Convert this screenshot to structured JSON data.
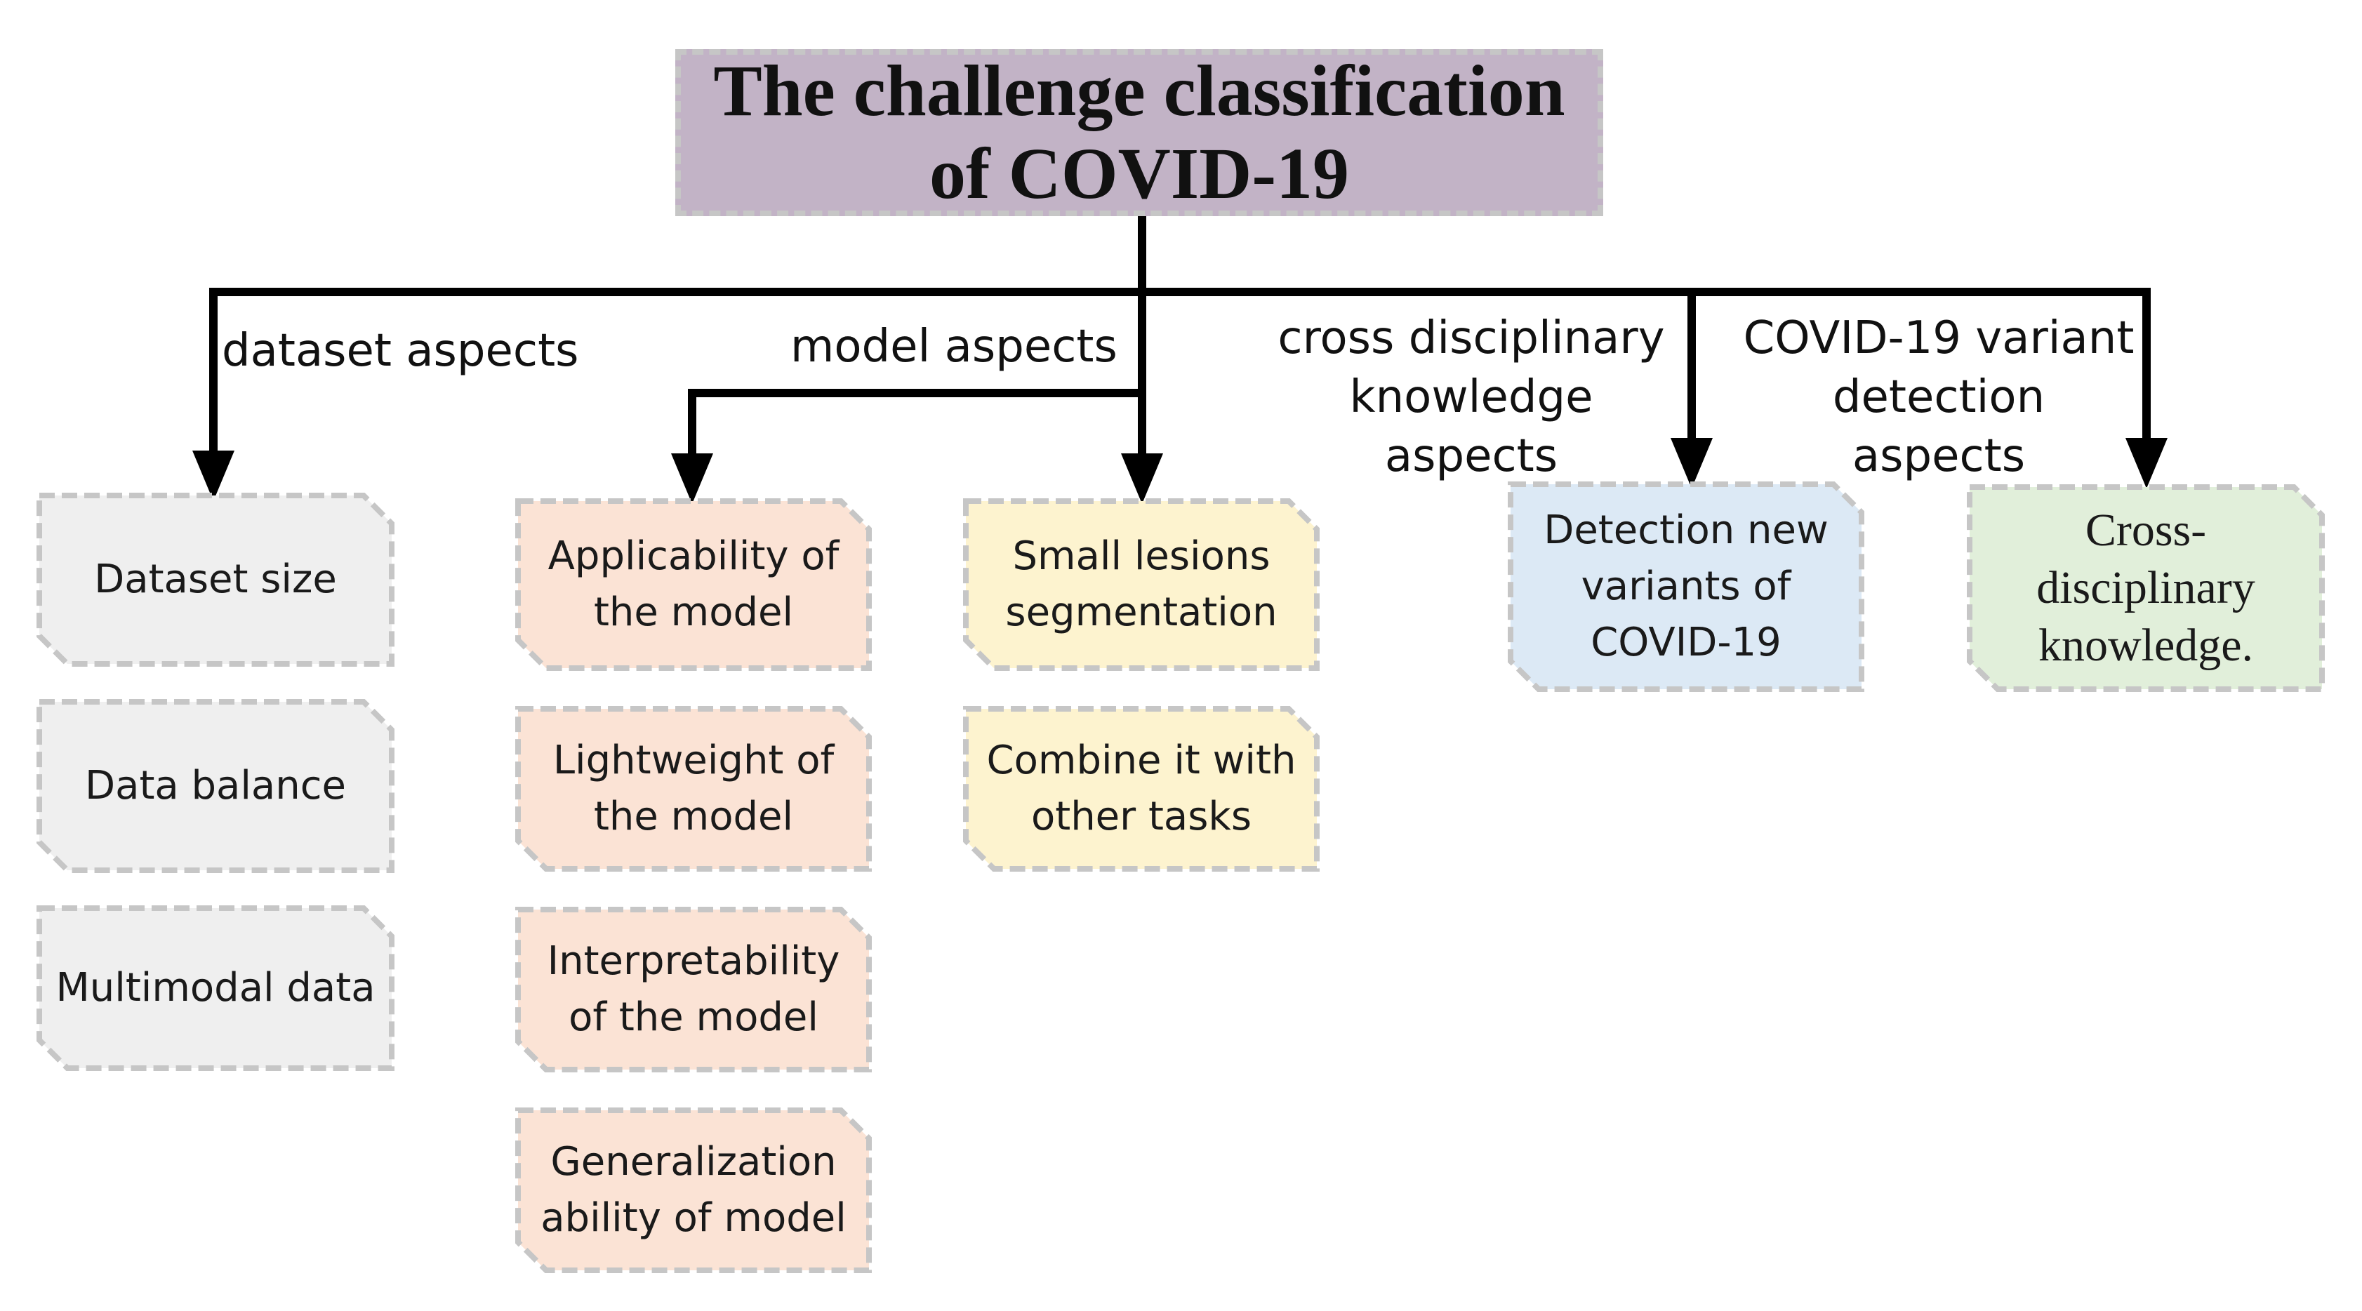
{
  "title": "The challenge classification of  COVID-19",
  "branches": {
    "dataset": "dataset aspects",
    "model": "model aspects",
    "cross": "cross disciplinary knowledge aspects",
    "variant": "COVID-19 variant detection aspects"
  },
  "boxes": {
    "dataset_size": "Dataset size",
    "data_balance": "Data balance",
    "multimodal": "Multimodal data",
    "applicability": "Applicability of the model",
    "lightweight": "Lightweight of the model",
    "interpretability": "Interpretability of the model",
    "generalization": "Generalization ability of model",
    "small_lesions": "Small lesions segmentation",
    "combine_tasks": "Combine it with other tasks",
    "detection_variants": "Detection new variants of COVID-19",
    "cross_knowledge": "Cross-disciplinary knowledge."
  },
  "colors": {
    "title_fill": "#c2b3c6",
    "dataset_fill": "#efefef",
    "model_fill": "#fbe3d5",
    "segmentation_fill": "#fdf3cf",
    "variant_fill": "#dce9f5",
    "cross_fill": "#e1efda",
    "border": "#c6c6c6",
    "line": "#000000"
  }
}
